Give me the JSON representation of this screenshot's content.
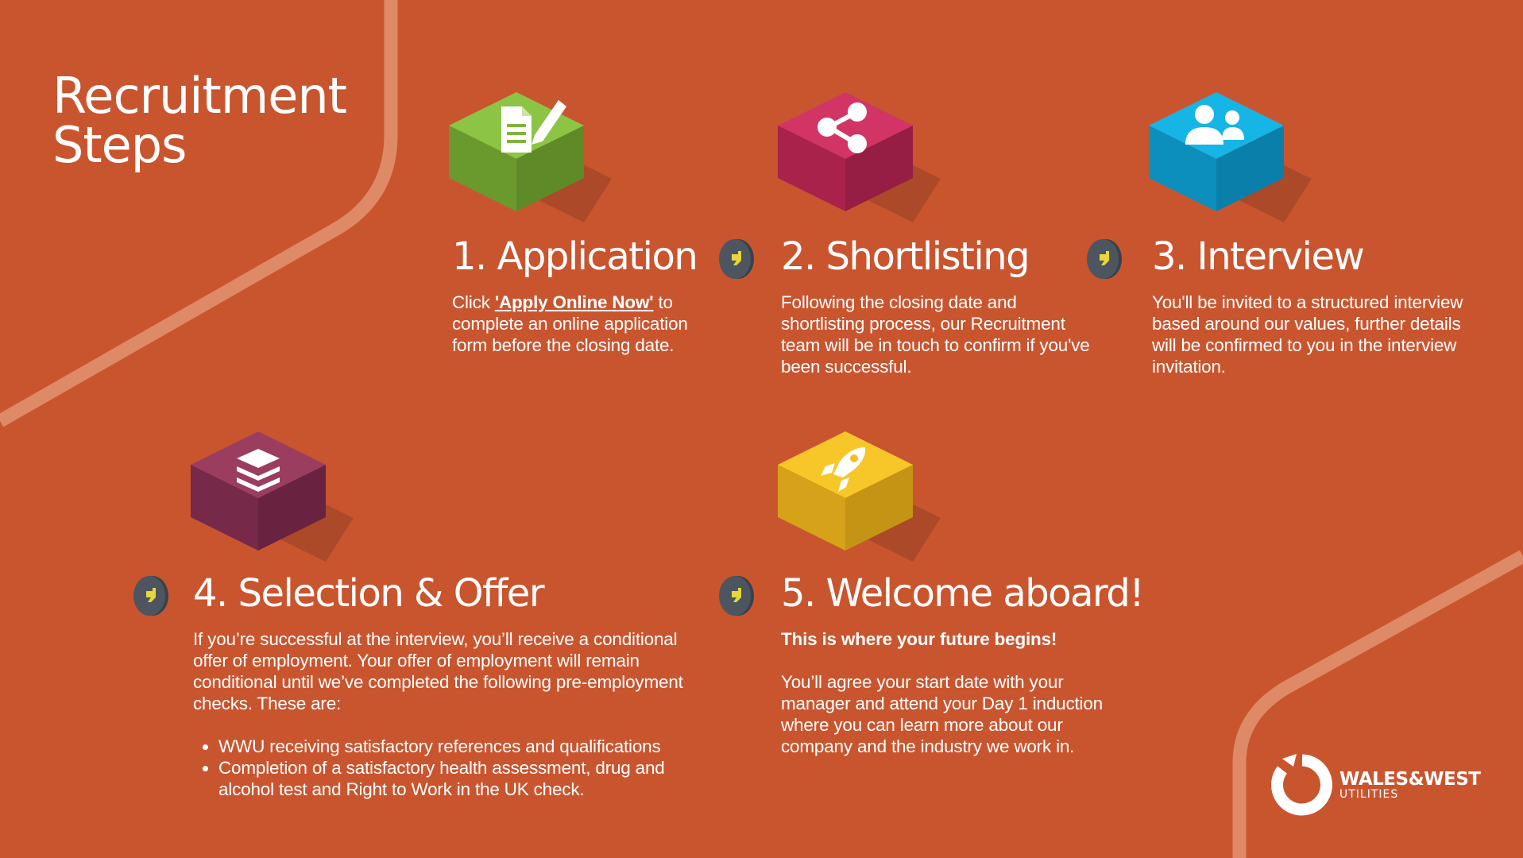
{
  "title": {
    "line1": "Recruitment",
    "line2": "Steps"
  },
  "colors": {
    "background": "#c9552f",
    "deco_line": "#df8a67",
    "application": "#7fb33b",
    "shortlisting": "#c82c5b",
    "interview": "#13a9db",
    "selection": "#8c3554",
    "welcome": "#f2be1f",
    "badge": "#4d5560",
    "badge_mark": "#e8d63a"
  },
  "steps": {
    "application": {
      "icon": "document-pencil-icon",
      "heading": "1. Application",
      "pre": "Click ",
      "link": "'Apply Online Now'",
      "post": " to complete an online application form before the closing date."
    },
    "shortlisting": {
      "icon": "share-icon",
      "heading": "2. Shortlisting",
      "text": "Following the closing date and shortlisting process, our Recruitment team will be in touch to confirm if you've been successful."
    },
    "interview": {
      "icon": "people-icon",
      "heading": "3. Interview",
      "text": "You'll be invited to a structured interview based around our values, further details will be confirmed to you in the interview invitation."
    },
    "selection": {
      "icon": "layers-icon",
      "heading": "4. Selection & Offer",
      "text": "If you’re successful at the interview, you’ll receive a conditional offer of employment. Your offer of employment will remain conditional until we’ve completed the following pre-employment checks. These are:",
      "checks": [
        "WWU receiving satisfactory references and qualifications",
        "Completion of a satisfactory health assessment, drug and alcohol test and Right to Work in the UK check."
      ]
    },
    "welcome": {
      "icon": "rocket-icon",
      "heading": "5. Welcome aboard!",
      "lead": "This is where your future begins!",
      "text": "You’ll agree your start date with your manager and attend your Day 1 induction where you can learn more about our company and the industry we work in."
    }
  },
  "logo": {
    "name": "WALES&WEST",
    "sub": "UTILITIES",
    "icon": "ring-logo-icon"
  }
}
